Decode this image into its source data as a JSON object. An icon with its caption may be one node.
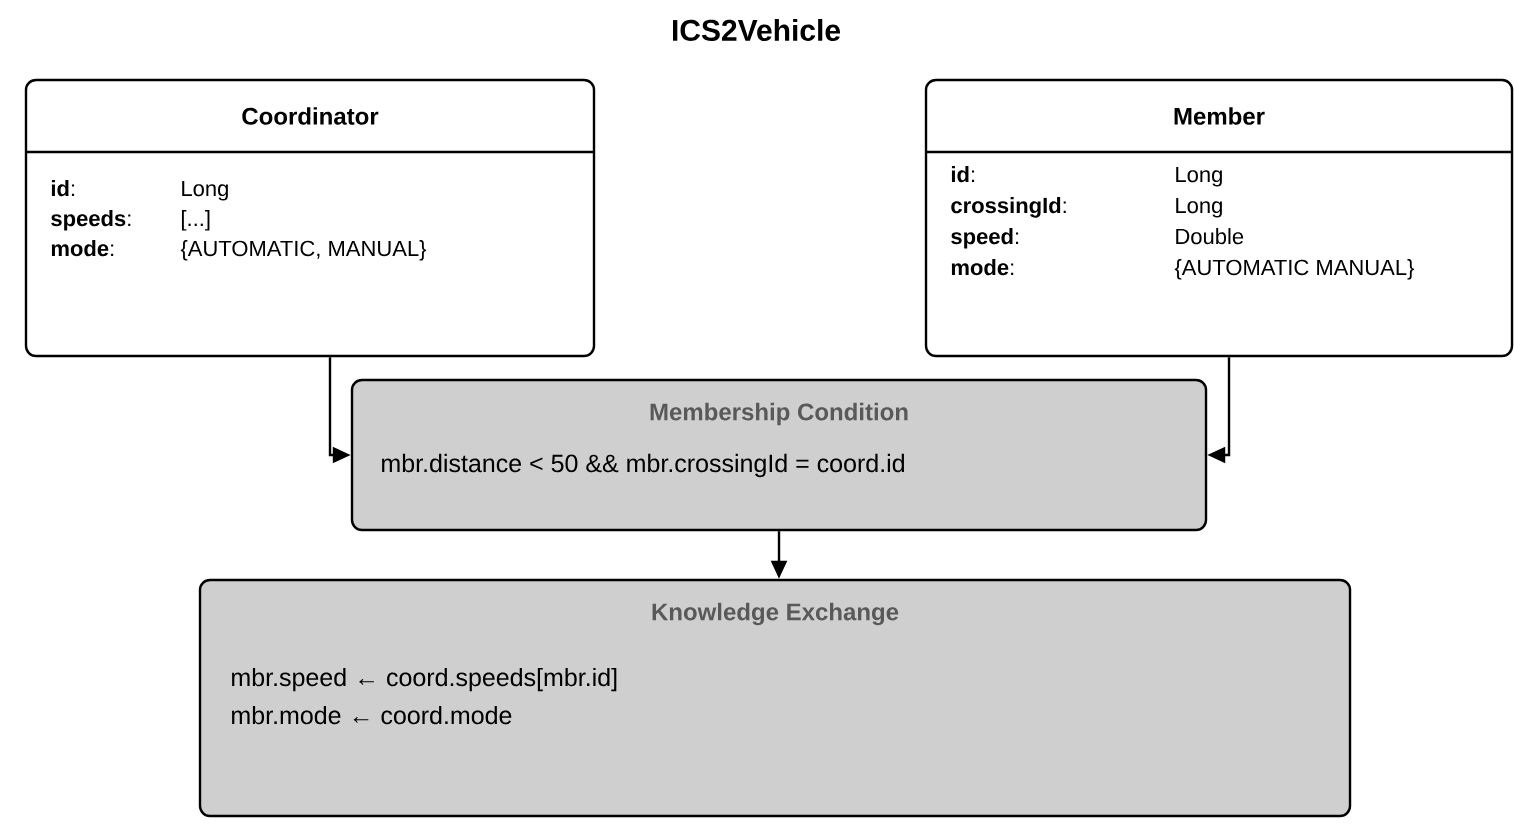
{
  "diagram": {
    "title": "ICS2Vehicle",
    "nodes": [
      {
        "text": [
          "Coordinator",
          "**id**:",
          "Long",
          "**speeds**:",
          "[...]",
          "**mode**:",
          "{AUTOMATIC, MANUAL}"
        ]
      },
      {
        "text": [
          "Member",
          "**id**:",
          "Long",
          "**crossingId**:",
          "Long",
          "**speed**:",
          "Double",
          "**mode**:",
          "{AUTOMATIC MANUAL}"
        ]
      },
      {
        "text": [
          "Membership Condition",
          "mbr.distance < 50 && mbr.crossingId = coord.id"
        ]
      },
      {
        "text": [
          "Knowledge Exchange",
          "mbr.speed ← coord.speeds[mbr.id]",
          "mbr.mode ← coord.mode"
        ]
      }
    ],
    "edges": [
      {
        "from": 0,
        "to": 2,
        "arrow": "to"
      },
      {
        "from": 1,
        "to": 2,
        "arrow": "to"
      },
      {
        "from": 2,
        "to": 3,
        "arrow": "to"
      }
    ]
  }
}
